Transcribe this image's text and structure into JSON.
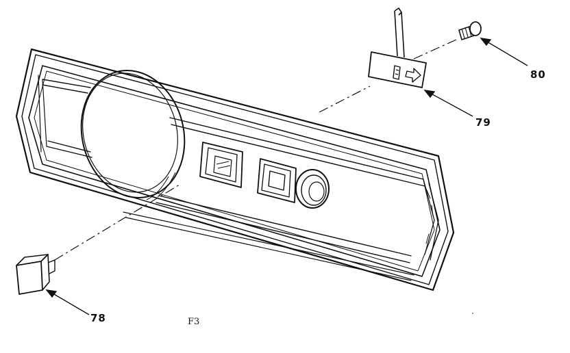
{
  "diagram": {
    "parts": {
      "knob": {
        "callout": "78"
      },
      "bracket": {
        "callout": "79"
      },
      "screw": {
        "callout": "80"
      }
    },
    "figure_label": "F3",
    "line_color": "#111111",
    "background": "#ffffff"
  }
}
